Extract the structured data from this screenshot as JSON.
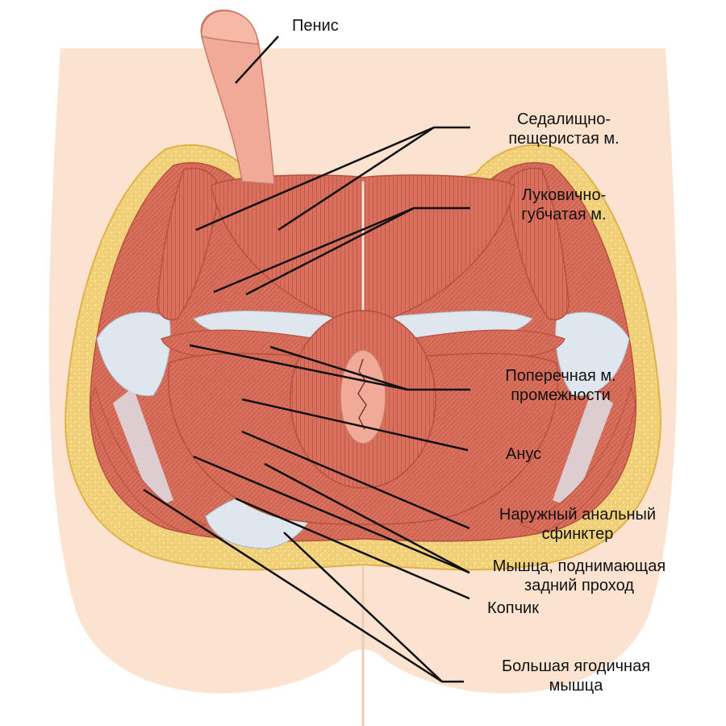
{
  "labels": {
    "penis": "Пенис",
    "ischiocavernosus_1": "Седалищно-",
    "ischiocavernosus_2": "пещеристая м.",
    "bulbospongiosus_1": "Луковично-",
    "bulbospongiosus_2": "губчатая м.",
    "transverse_1": "Поперечная м.",
    "transverse_2": "промежности",
    "anus": "Анус",
    "sphincter_1": "Наружный анальный",
    "sphincter_2": "сфинктер",
    "levator_1": "Мышца, поднимающая",
    "levator_2": "задний проход",
    "coccyx": "Копчик",
    "gluteus_1": "Большая ягодичная",
    "gluteus_2": "мышца"
  },
  "colors": {
    "skin": "#fbe3cf",
    "fat": "#f3d27a",
    "muscle": "#d9705e",
    "muscle_dark": "#b8503f",
    "fascia": "#dfe6ee",
    "penis": "#f2aa98",
    "leader": "#111111"
  }
}
